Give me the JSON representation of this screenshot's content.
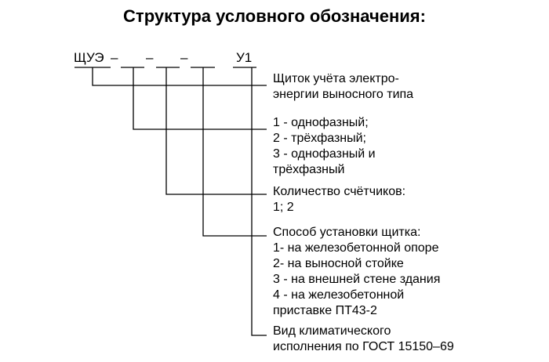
{
  "title": "Структура условного обозначения:",
  "code": {
    "prefix": "ЩУЭ",
    "dash1": "–",
    "dash2": "–",
    "dash3": "–",
    "suffix": "У1"
  },
  "descriptions": [
    {
      "lines": [
        "Щиток учёта электро-",
        "энергии выносного типа"
      ]
    },
    {
      "lines": [
        "1 - однофазный;",
        "2 - трёхфазный;",
        "3 - однофазный и",
        "трёхфазный"
      ]
    },
    {
      "lines": [
        "Количество счётчиков:",
        "1; 2"
      ]
    },
    {
      "lines": [
        "Способ установки щитка:",
        "1- на железобетонной опоре",
        "2- на  выносной стойке",
        "3  - на внешней стене здания",
        "4 - на железобетонной",
        "приставке ПТ43-2"
      ]
    },
    {
      "lines": [
        "Вид климатического",
        "исполнения по ГОСТ 15150–69"
      ]
    }
  ]
}
